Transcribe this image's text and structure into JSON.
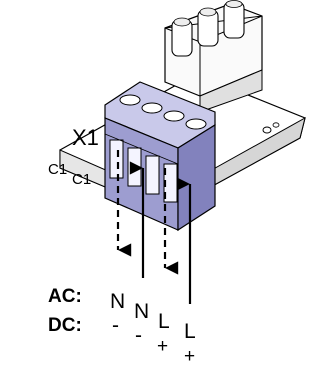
{
  "diagram": {
    "board_label": "X1",
    "component_labels": [
      "C1",
      "C1"
    ],
    "legend": {
      "ac_label": "AC:",
      "dc_label": "DC:"
    },
    "terminals": [
      {
        "wire": "N",
        "ac": "N",
        "dc": "-",
        "direction": "out",
        "style": "dashed"
      },
      {
        "wire": "N",
        "ac": "N",
        "dc": "-",
        "direction": "in",
        "style": "solid"
      },
      {
        "wire": "L",
        "ac": "L",
        "dc": "+",
        "direction": "out",
        "style": "dashed"
      },
      {
        "wire": "L",
        "ac": "L",
        "dc": "+",
        "direction": "in",
        "style": "solid"
      }
    ],
    "colors": {
      "terminal_block": "#a9a9d6",
      "terminal_block_dark": "#7d7db8",
      "board": "#f2f2f2",
      "line": "#000000"
    }
  }
}
